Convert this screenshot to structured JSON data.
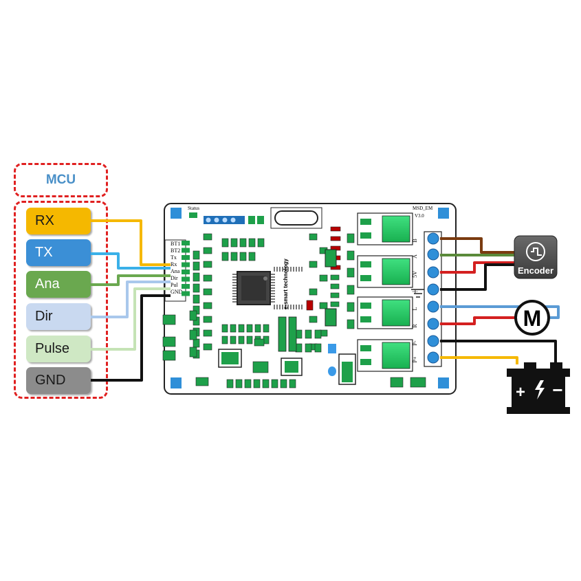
{
  "mcu": {
    "title": "MCU",
    "pins": [
      {
        "key": "rx",
        "label": "RX",
        "color": "#f5b800",
        "text_color": "#1a1a1a"
      },
      {
        "key": "tx",
        "label": "TX",
        "color": "#3b8fd6",
        "text_color": "#ffffff"
      },
      {
        "key": "ana",
        "label": "Ana",
        "color": "#6aa84f",
        "text_color": "#ffffff"
      },
      {
        "key": "dir",
        "label": "Dir",
        "color": "#c9d9f0",
        "text_color": "#1a1a1a"
      },
      {
        "key": "pulse",
        "label": "Pulse",
        "color": "#cfe8c4",
        "text_color": "#1a1a1a"
      },
      {
        "key": "gnd",
        "label": "GND",
        "color": "#8c8c8c",
        "text_color": "#1a1a1a"
      }
    ]
  },
  "board": {
    "status_label": "Status",
    "model_label": "MSD_EM",
    "version_label": "V3.0",
    "brand_label": "e-smart technology",
    "left_header_labels": [
      "BT1",
      "BT2",
      "Tx",
      "Rx",
      "Ana",
      "Dir",
      "Pul",
      "GND"
    ],
    "right_terminal_labels": [
      "B",
      "A",
      "5V",
      "⏚",
      "L",
      "R",
      "P-",
      "P+"
    ]
  },
  "devices": {
    "encoder_label": "Encoder",
    "motor_label": "M",
    "battery_plus": "+",
    "battery_minus": "−"
  },
  "wire_colors": {
    "rx": "#f5b800",
    "tx": "#3ab0e8",
    "ana": "#6aa84f",
    "dir": "#a9c8ec",
    "pulse": "#c5e3b5",
    "gnd": "#111111",
    "encoder_b": "#7a3b10",
    "encoder_a": "#5a8a3a",
    "encoder_5v": "#d42020",
    "encoder_gnd": "#111111",
    "motor_l": "#5b9bd5",
    "motor_r": "#d42020",
    "battery_neg": "#111111",
    "battery_pos": "#f5b800"
  }
}
